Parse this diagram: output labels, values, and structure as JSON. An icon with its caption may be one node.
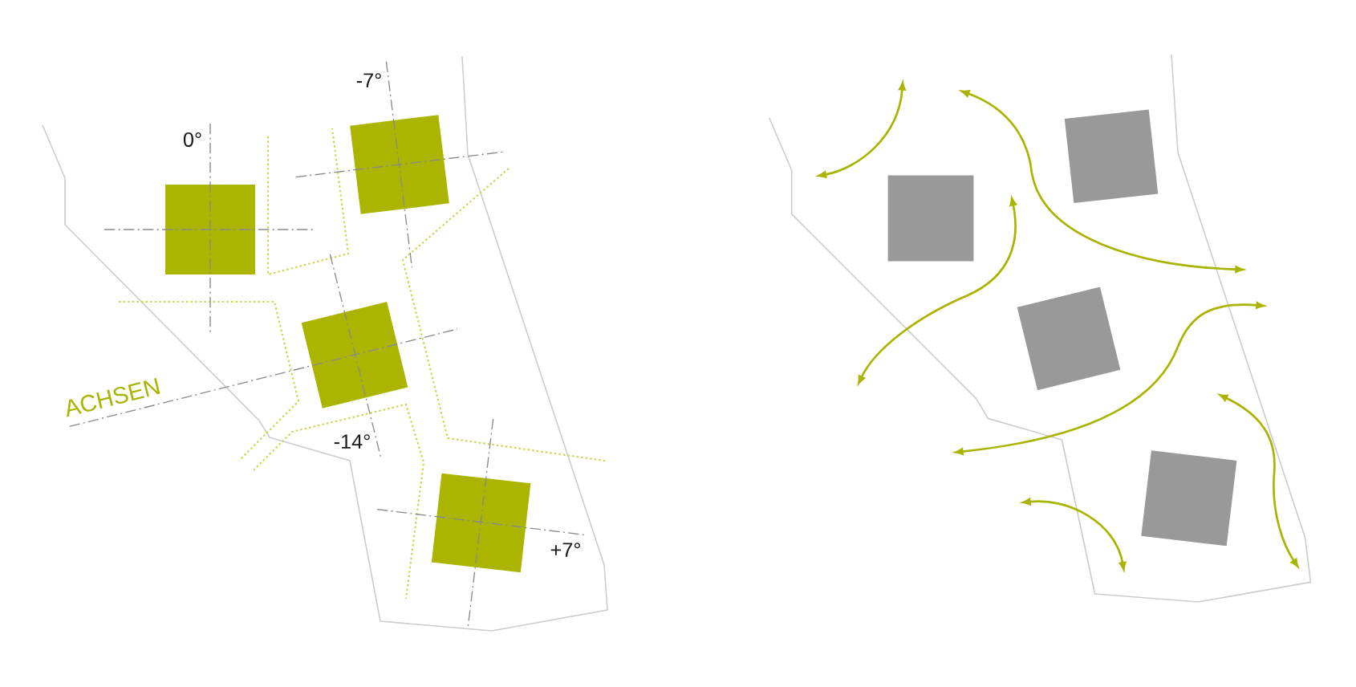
{
  "diagram": {
    "nodes": [
      {
        "text": [],
        "shape": "box",
        "beside": [
          "-7°"
        ]
      },
      {
        "text": [],
        "shape": "box",
        "beside": [
          "0°"
        ]
      },
      {
        "text": [],
        "shape": "box",
        "beside": [
          "-14°"
        ]
      },
      {
        "text": [],
        "shape": "box",
        "beside": [
          "+7°"
        ]
      },
      {
        "text": [],
        "shape": "box"
      },
      {
        "text": [],
        "shape": "box"
      },
      {
        "text": [],
        "shape": "box"
      },
      {
        "text": [],
        "shape": "box"
      }
    ],
    "labels": [
      "ACHSEN"
    ]
  }
}
